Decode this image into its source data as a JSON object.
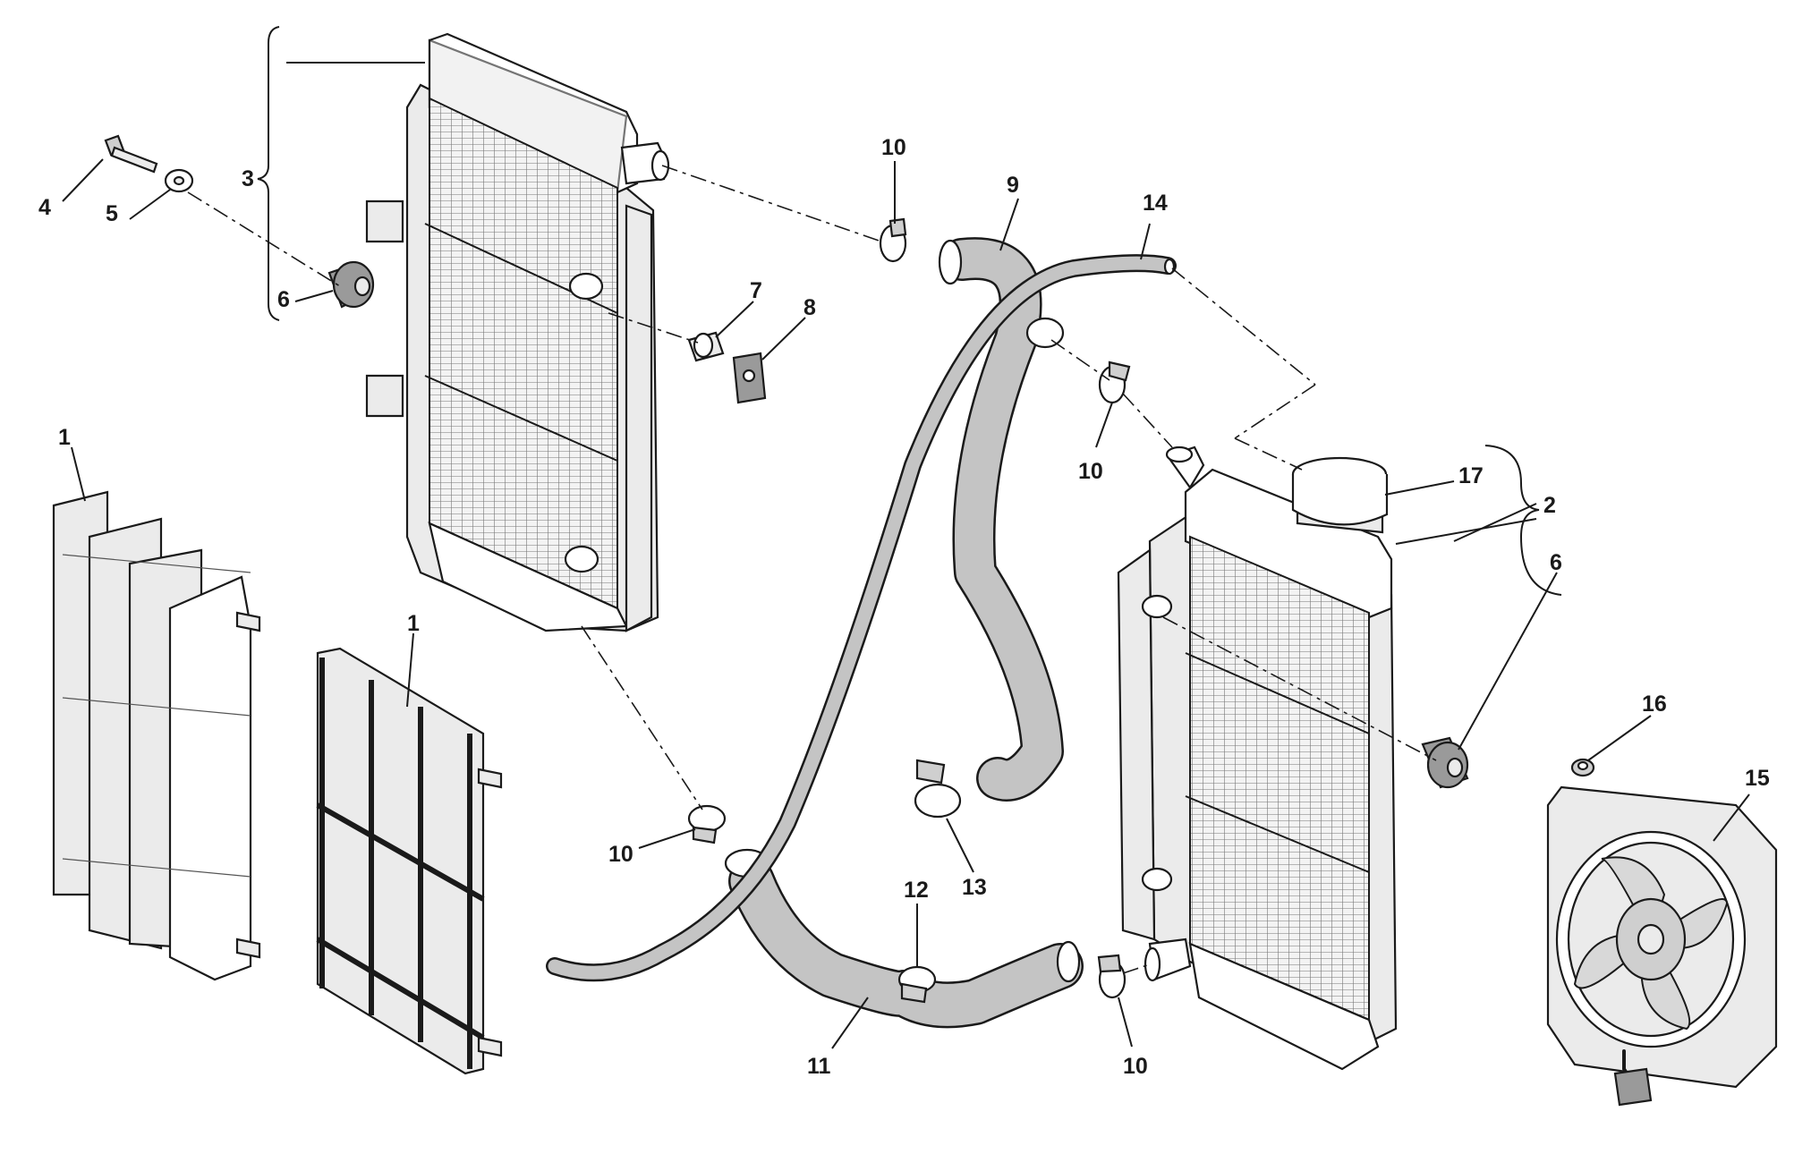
{
  "diagram": {
    "callouts": {
      "c1a": "1",
      "c1b": "1",
      "c2": "2",
      "c3": "3",
      "c4": "4",
      "c5": "5",
      "c6a": "6",
      "c6b": "6",
      "c7": "7",
      "c8": "8",
      "c9": "9",
      "c10a": "10",
      "c10b": "10",
      "c10c": "10",
      "c10d": "10",
      "c11": "11",
      "c12": "12",
      "c13": "13",
      "c14": "14",
      "c15": "15",
      "c16": "16",
      "c17": "17"
    }
  }
}
